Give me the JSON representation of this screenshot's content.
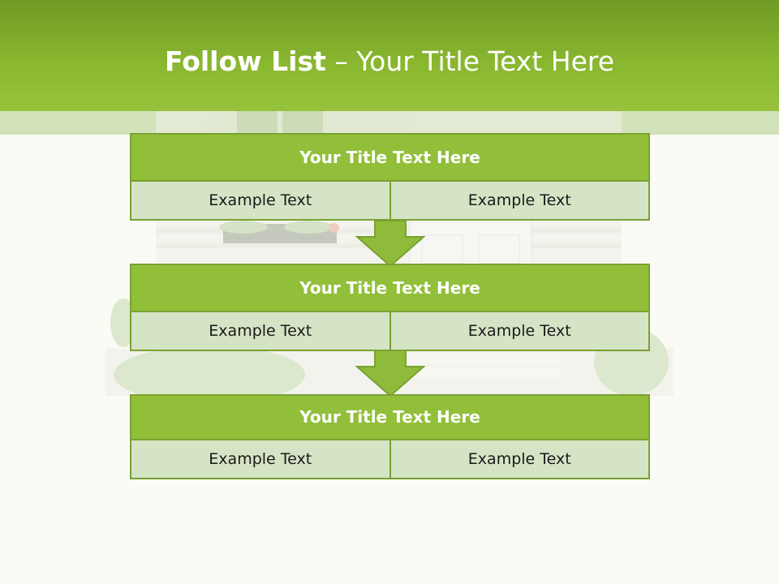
{
  "slide": {
    "title_bold": "Follow List",
    "title_rest": " – Your Title Text Here"
  },
  "colors": {
    "header": "#89b62f",
    "accent": "#92bf3a",
    "cell": "#d5e4c5",
    "border": "#7aa132"
  },
  "steps": [
    {
      "title": "Your Title Text Here",
      "left": "Example Text",
      "right": "Example Text"
    },
    {
      "title": "Your Title Text Here",
      "left": "Example Text",
      "right": "Example Text"
    },
    {
      "title": "Your Title Text Here",
      "left": "Example Text",
      "right": "Example Text"
    }
  ],
  "icons": [
    "down-arrow-icon",
    "down-arrow-icon"
  ]
}
